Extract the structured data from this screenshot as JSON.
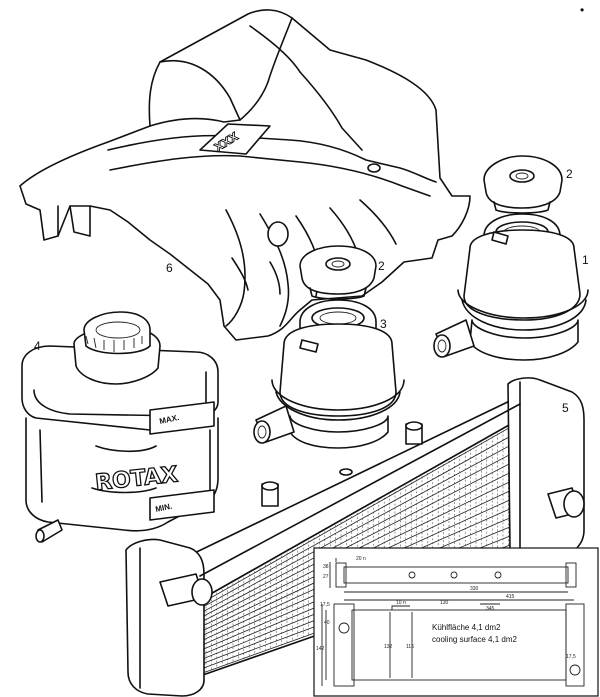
{
  "corner_mark": "•",
  "callouts": {
    "n1": "1",
    "n2a": "2",
    "n2b": "2",
    "n3": "3",
    "n4": "4",
    "n5": "5",
    "n6": "6"
  },
  "cover_badge": "XXX",
  "tank": {
    "brand": "ROTAX",
    "max": "MAX.",
    "min": "MIN."
  },
  "drawing": {
    "dims": {
      "d38": "38",
      "d27": "27",
      "d20": "20 n",
      "d330": "330",
      "d415": "415",
      "d175a": "17,5",
      "d160": "130",
      "d10": "10 n",
      "d345": "345",
      "d40": "40",
      "d132": "132",
      "d142": "142",
      "d116": "116",
      "d175b": "17,5"
    },
    "note_de": "Kühlfläche 4,1 dm2",
    "note_en": "cooling surface 4,1 dm2"
  }
}
